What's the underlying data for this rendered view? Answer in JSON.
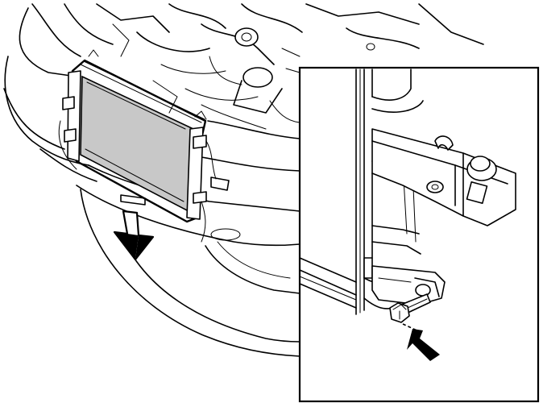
{
  "figure": {
    "kind": "technical-illustration",
    "callout_caption": "",
    "colors": {
      "line": "#000000",
      "background": "#ffffff",
      "condenser_fill": "#c8c8c8"
    },
    "parts": [
      "engine-bay",
      "front-bumper",
      "condenser",
      "removal-direction-arrow",
      "detail-callout",
      "mounting-bracket",
      "mounting-bolt",
      "bolt-pointer-arrow"
    ]
  }
}
